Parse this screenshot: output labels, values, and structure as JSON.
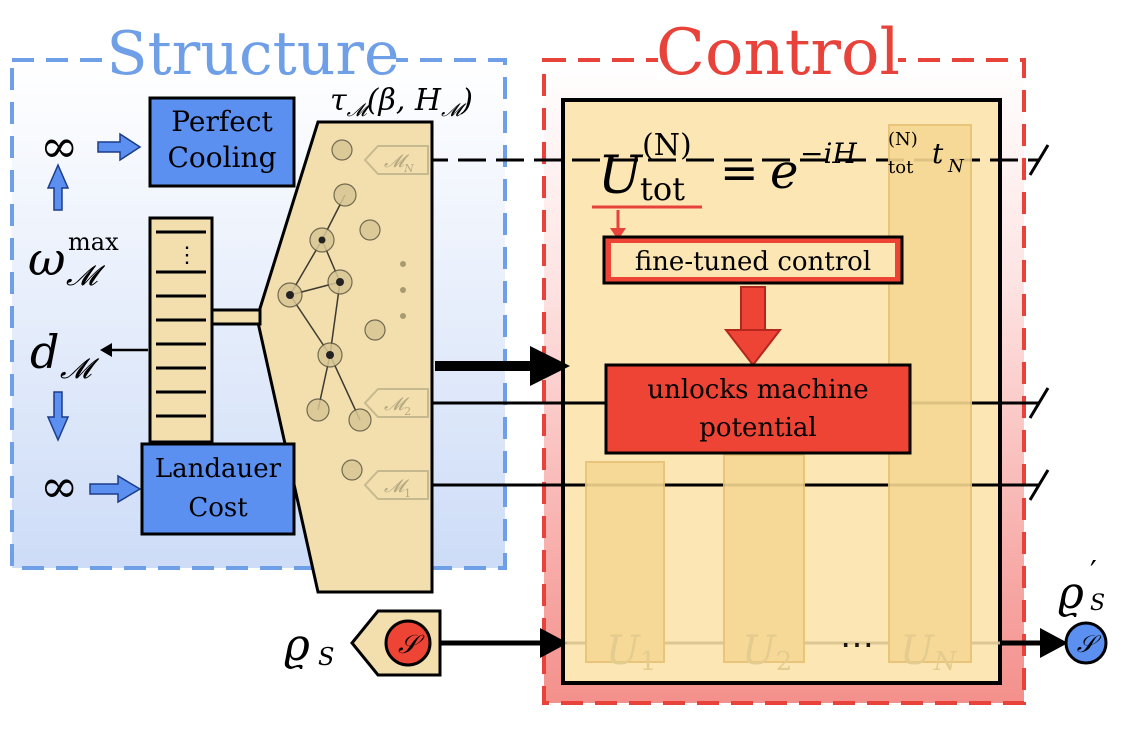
{
  "structure": {
    "title": "Structure",
    "perfect_cooling": [
      "Perfect",
      "Cooling"
    ],
    "landauer_cost": [
      "Landauer",
      "Cost"
    ],
    "infinity_top": "∞",
    "infinity_bottom": "∞",
    "omega_symbol": "ω",
    "omega_sup": "max",
    "omega_sub": "𝓜",
    "d_symbol": "d",
    "d_sub": "𝓜",
    "tau_label": "τ",
    "tau_sub": "𝓜",
    "tau_args": "(β, H",
    "tau_args_sub": "𝓜",
    "tau_close": ")",
    "register_labels": [
      "𝓜",
      "𝓜",
      "𝓜"
    ],
    "register_subs": [
      "N",
      "2",
      "1"
    ]
  },
  "control": {
    "title": "Control",
    "fine_tuned": "fine-tuned control",
    "unlocks": [
      "unlocks machine",
      "potential"
    ],
    "unitary_main": "U",
    "unitary_sup": "(N)",
    "unitary_sub": "tot",
    "equals": "=",
    "exp_base": "e",
    "exp_prefix": "−iH",
    "exp_sup": "(N)",
    "exp_sub": "tot",
    "exp_t": "t",
    "exp_t_sub": "N",
    "gates": [
      "U",
      "U",
      "U"
    ],
    "gate_subs": [
      "1",
      "2",
      "N"
    ],
    "dots": "⋯"
  },
  "system": {
    "rho_in": "ϱ",
    "rho_in_sub": "S",
    "rho_out": "ϱ",
    "rho_out_sub": "S",
    "rho_out_prime": "′",
    "s_badge": "𝒮"
  },
  "colors": {
    "structure_bg": "#e3ebfa",
    "structure_dash": "#6f9fe6",
    "structure_title": "#6f9fe6",
    "blue_box": "#5b8ff0",
    "control_dash": "#e8433a",
    "control_title": "#e8433a",
    "control_bg": "#f9c6c4",
    "yellow": "#fbe6b4",
    "red_box": "#ee4436",
    "circle_red": "#ee4436",
    "circle_blue": "#5b8ff0"
  }
}
